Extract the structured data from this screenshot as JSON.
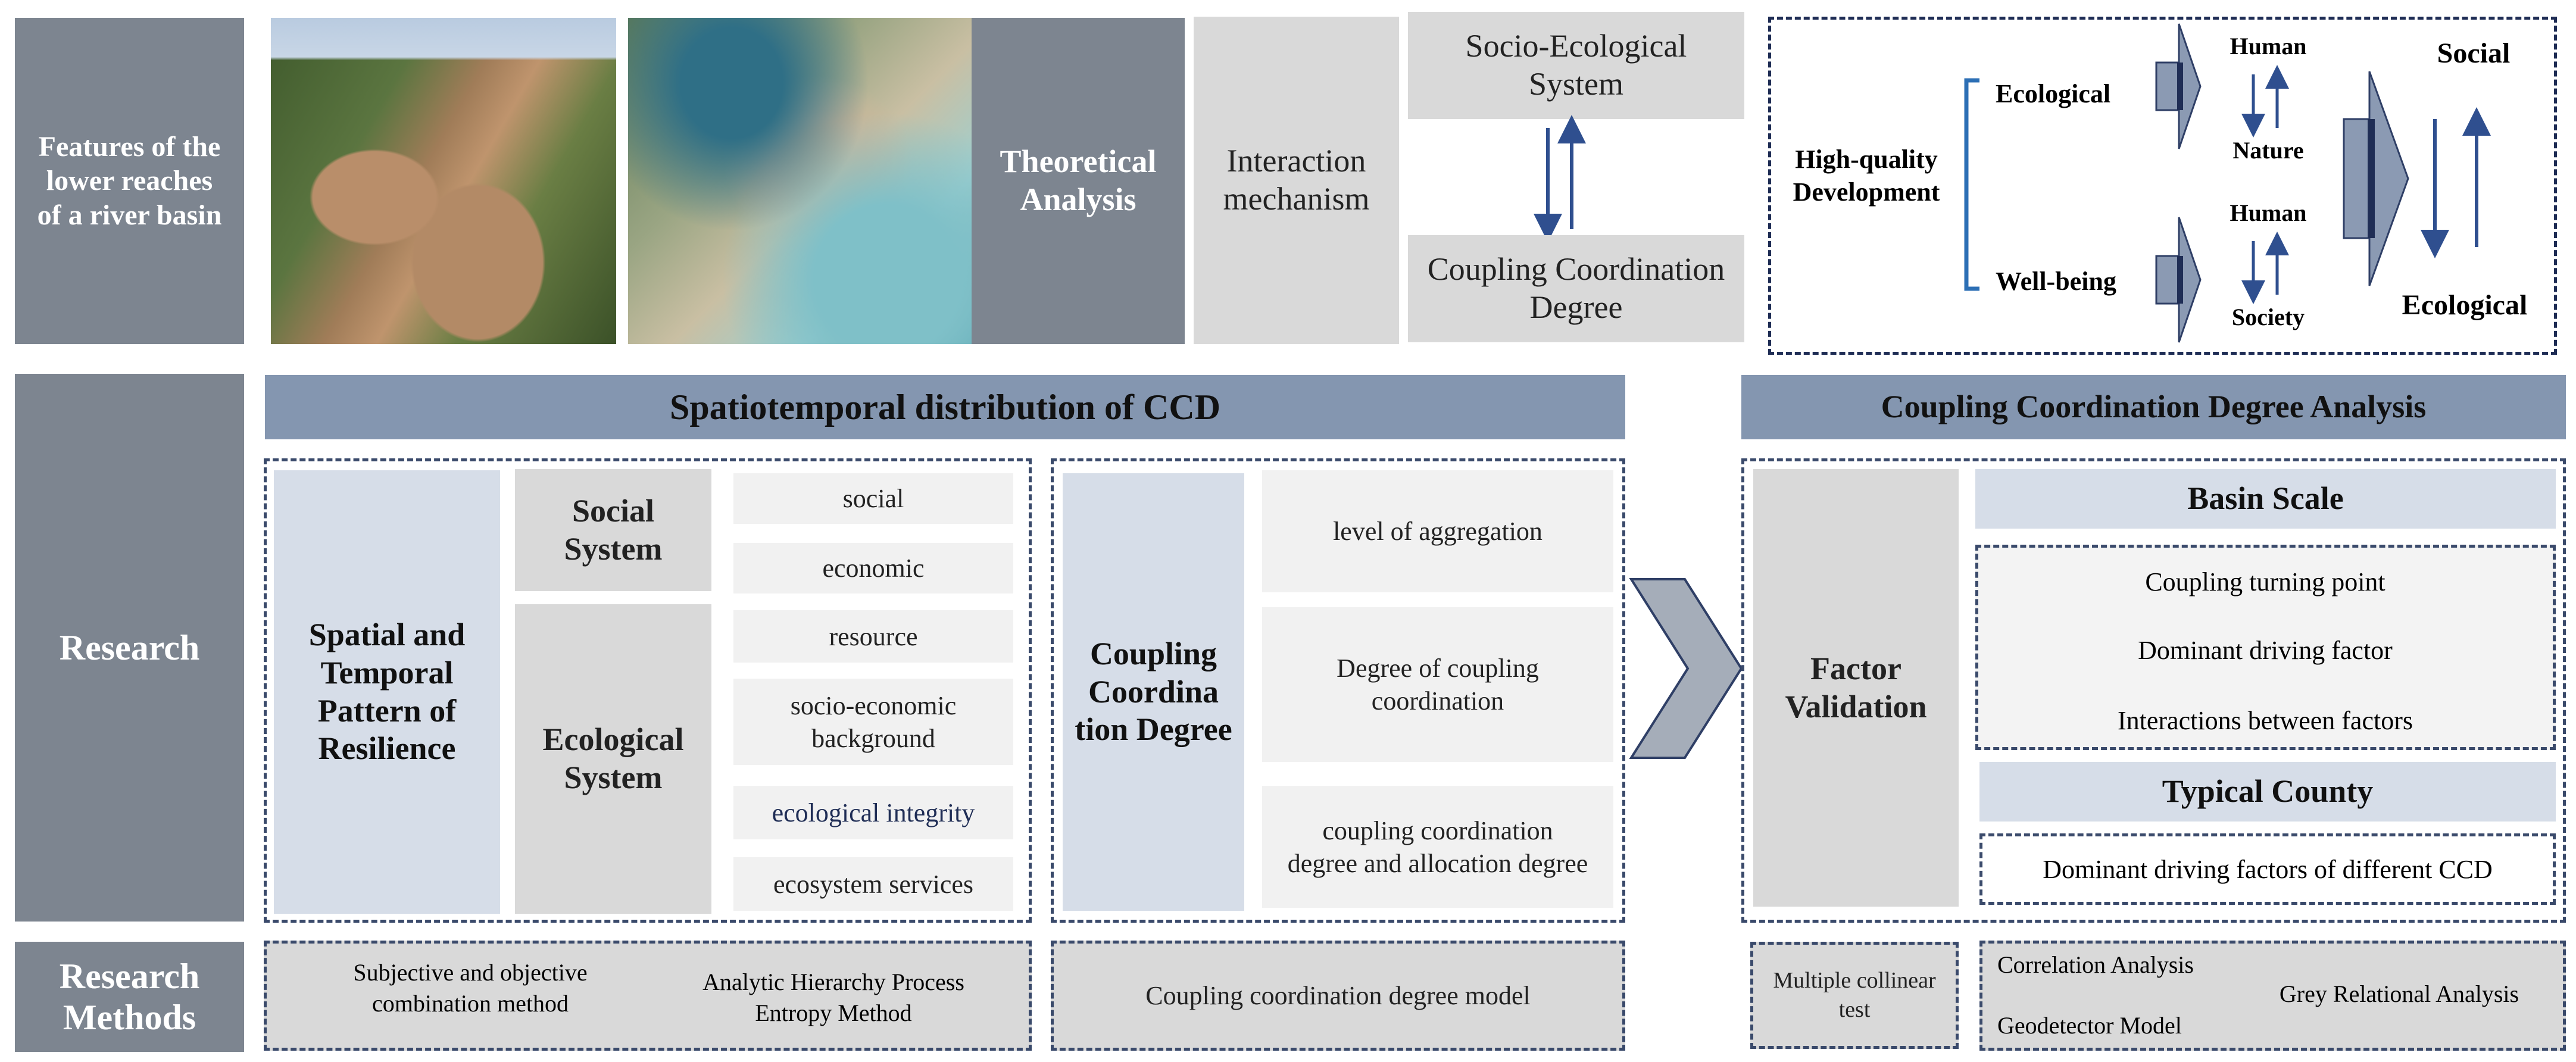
{
  "rows": {
    "features": "Features of the lower reaches of a river basin",
    "research": "Research",
    "methods": "Research Methods"
  },
  "top": {
    "theoretical": "Theoretical Analysis",
    "interaction": "Interaction mechanism",
    "socio_ecological": "Socio-Ecological System",
    "ccd": "Coupling Coordination Degree"
  },
  "hq": {
    "title": "High-quality Development",
    "ecological": "Ecological",
    "wellbeing": "Well-being",
    "human1": "Human",
    "nature": "Nature",
    "human2": "Human",
    "society": "Society",
    "social": "Social",
    "ecological_right": "Ecological"
  },
  "spatio": {
    "header": "Spatiotemporal distribution of CCD",
    "pattern": "Spatial and Temporal Pattern of Resilience",
    "social_system": "Social System",
    "ecological_system": "Ecological System",
    "items": [
      "social",
      "economic",
      "resource",
      "socio-economic background",
      "ecological integrity",
      "ecosystem services"
    ],
    "ccd_label": "Coupling Coordina tion Degree",
    "ccd_items": [
      "level of aggregation",
      "Degree of coupling coordination",
      "coupling coordination degree and allocation degree"
    ]
  },
  "analysis": {
    "header": "Coupling Coordination Degree Analysis",
    "factor": "Factor Validation",
    "basin": "Basin Scale",
    "basin_items": [
      "Coupling turning point",
      "Dominant driving factor",
      "Interactions between factors"
    ],
    "county": "Typical County",
    "county_item": "Dominant driving factors of different CCD"
  },
  "methods": {
    "subjective": "Subjective and objective combination method",
    "ahp": "Analytic Hierarchy Process",
    "entropy": "Entropy Method",
    "ccd_model": "Coupling coordination degree model",
    "multiple": "Multiple collinear test",
    "correlation": "Correlation Analysis",
    "geodetector": "Geodetector Model",
    "grey": "Grey Relational  Analysis"
  },
  "colors": {
    "side": "#7d8590",
    "band": "#8496b0",
    "light_blue": "#d6dde8",
    "gray": "#d9d9d9",
    "arrow_blue": "#2f4f8f"
  }
}
